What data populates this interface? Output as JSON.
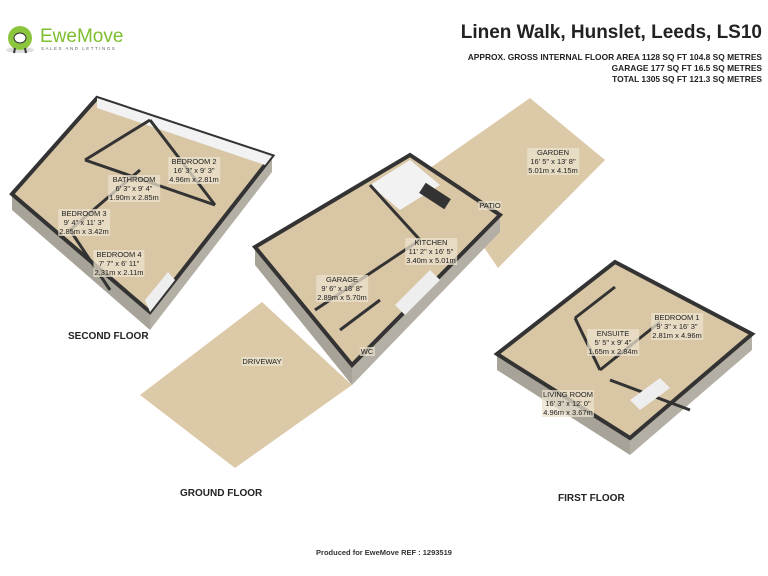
{
  "brand": {
    "name": "EweMove",
    "tagline": "SALES AND LETTINGS",
    "accent": "#7dbf2e"
  },
  "header": {
    "title": "Linen Walk, Hunslet, Leeds, LS10",
    "areas": [
      "APPROX. GROSS INTERNAL FLOOR AREA 1128 SQ FT 104.8 SQ METRES",
      "GARAGE 177 SQ FT 16.5 SQ METRES",
      "TOTAL 1305 SQ FT 121.3 SQ METRES"
    ]
  },
  "floors": {
    "second": "SECOND FLOOR",
    "ground": "GROUND FLOOR",
    "first": "FIRST FLOOR"
  },
  "rooms": {
    "bedroom2": {
      "name": "BEDROOM 2",
      "imp": "16' 3\" x 9' 3\"",
      "met": "4.96m x 2.81m"
    },
    "bathroom": {
      "name": "BATHROOM",
      "imp": "6' 3\" x 9' 4\"",
      "met": "1.90m x 2.85m"
    },
    "bedroom3": {
      "name": "BEDROOM 3",
      "imp": "9' 4\" x 11' 3\"",
      "met": "2.85m x 3.42m"
    },
    "bedroom4": {
      "name": "BEDROOM 4",
      "imp": "7' 7\" x 6' 11\"",
      "met": "2.31m x 2.11m"
    },
    "garden": {
      "name": "GARDEN",
      "imp": "16' 5\" x 13' 8\"",
      "met": "5.01m x 4.15m"
    },
    "patio": {
      "name": "PATIO"
    },
    "kitchen": {
      "name": "KITCHEN",
      "imp": "11' 2\" x 16' 5\"",
      "met": "3.40m x 5.01m"
    },
    "garage": {
      "name": "GARAGE",
      "imp": "9' 6\" x 18' 8\"",
      "met": "2.89m x 5.70m"
    },
    "wc": {
      "name": "WC"
    },
    "driveway": {
      "name": "DRIVEWAY"
    },
    "bedroom1": {
      "name": "BEDROOM 1",
      "imp": "9' 3\" x 16' 3\"",
      "met": "2.81m x 4.96m"
    },
    "ensuite": {
      "name": "ENSUITE",
      "imp": "5' 5\" x 9' 4\"",
      "met": "1.65m x 2.84m"
    },
    "living": {
      "name": "LIVING ROOM",
      "imp": "16' 3\" x 12' 0\"",
      "met": "4.96m x 3.67m"
    }
  },
  "footer": "Produced for EweMove   REF : 1293519"
}
